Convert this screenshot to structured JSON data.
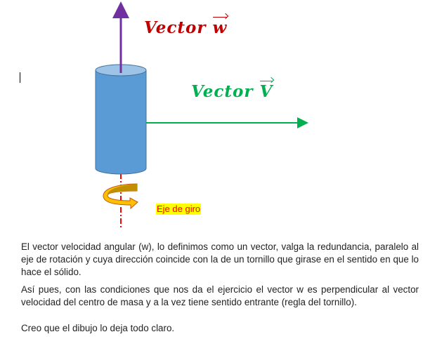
{
  "diagram": {
    "vector_w_label": "Vector",
    "vector_w_symbol": "w",
    "vector_v_label": "Vector",
    "vector_v_symbol": "V",
    "axis_label": "Eje de giro",
    "colors": {
      "cylinder": "#5b9bd5",
      "cylinder_top": "#9dc3e6",
      "w_arrow": "#7030a0",
      "v_arrow": "#00b050",
      "axis": "#ff0000",
      "w_text": "#c00000",
      "v_text": "#00b050",
      "rotation_arrow": "#ffc000"
    }
  },
  "paragraphs": [
    "El vector velocidad angular (w), lo definimos como un vector, valga la redundancia, paralelo al eje de rotación y cuya dirección coincide con la de un tornillo que girase en el sentido en que lo hace el sólido.",
    "Así pues, con las condiciones que nos da el ejercicio el vector w es perpendicular al vector velocidad del centro de masa y a la vez tiene sentido entrante (regla del tornillo).",
    "Creo que el dibujo lo deja todo claro."
  ]
}
